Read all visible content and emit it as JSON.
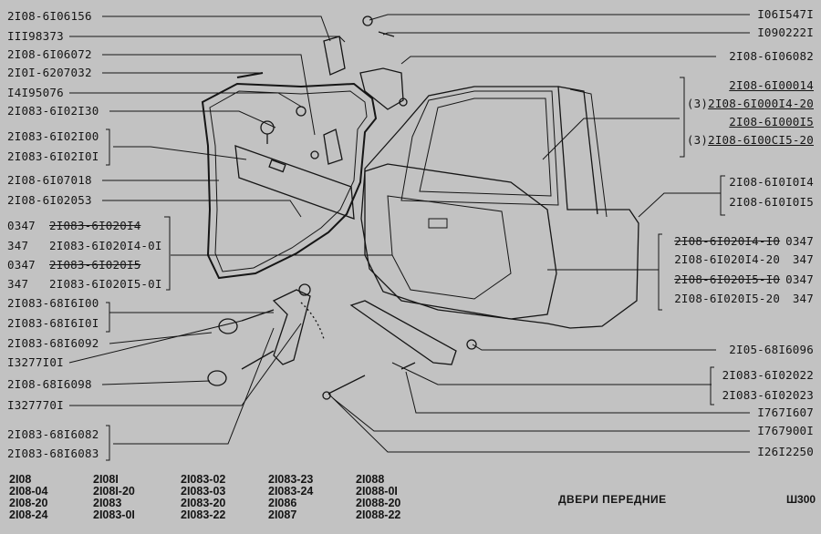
{
  "left_labels": [
    {
      "code": "",
      "part": "2I08-6I06156",
      "struck": false
    },
    {
      "code": "",
      "part": "III98373",
      "struck": false
    },
    {
      "code": "",
      "part": "2I08-6I06072",
      "struck": false
    },
    {
      "code": "",
      "part": "2I0I-6207032",
      "struck": false
    },
    {
      "code": "",
      "part": "I4I95076",
      "struck": false
    },
    {
      "code": "",
      "part": "2I083-6I02I30",
      "struck": false
    },
    {
      "code": "",
      "part": "2I083-6I02I00",
      "struck": false
    },
    {
      "code": "",
      "part": "2I083-6I02I0I",
      "struck": false
    },
    {
      "code": "",
      "part": "2I08-6I07018",
      "struck": false
    },
    {
      "code": "",
      "part": "2I08-6I02053",
      "struck": false
    },
    {
      "code": "0347",
      "part": "2I083-6I020I4",
      "struck": true
    },
    {
      "code": "347",
      "part": "2I083-6I020I4-0I",
      "struck": false
    },
    {
      "code": "0347",
      "part": "2I083-6I020I5",
      "struck": true
    },
    {
      "code": "347",
      "part": "2I083-6I020I5-0I",
      "struck": false
    },
    {
      "code": "",
      "part": "2I083-68I6I00",
      "struck": false
    },
    {
      "code": "",
      "part": "2I083-68I6I0I",
      "struck": false
    },
    {
      "code": "",
      "part": "2I083-68I6092",
      "struck": false
    },
    {
      "code": "",
      "part": "I3277I0I",
      "struck": false
    },
    {
      "code": "",
      "part": "2I08-68I6098",
      "struck": false
    },
    {
      "code": "",
      "part": "I327770I",
      "struck": false
    },
    {
      "code": "",
      "part": "2I083-68I6082",
      "struck": false
    },
    {
      "code": "",
      "part": "2I083-68I6083",
      "struck": false
    }
  ],
  "right_labels": [
    {
      "prefix": "",
      "part": "I06I547I",
      "suffix": "",
      "struck": false,
      "underlined": false
    },
    {
      "prefix": "",
      "part": "I090222I",
      "suffix": "",
      "struck": false,
      "underlined": false
    },
    {
      "prefix": "",
      "part": "2I08-6I06082",
      "suffix": "",
      "struck": false,
      "underlined": false
    },
    {
      "prefix": "",
      "part": "2I08-6I00014",
      "suffix": "",
      "struck": false,
      "underlined": true
    },
    {
      "prefix": "(3)",
      "part": "2I08-6I000I4-20",
      "suffix": "",
      "struck": false,
      "underlined": true
    },
    {
      "prefix": "",
      "part": "2I08-6I000I5",
      "suffix": "",
      "struck": false,
      "underlined": true
    },
    {
      "prefix": "(3)",
      "part": "2I08-6I00CI5-20",
      "suffix": "",
      "struck": false,
      "underlined": true
    },
    {
      "prefix": "",
      "part": "2I08-6I0I0I4",
      "suffix": "",
      "struck": false,
      "underlined": false
    },
    {
      "prefix": "",
      "part": "2I08-6I0I0I5",
      "suffix": "",
      "struck": false,
      "underlined": false
    },
    {
      "prefix": "",
      "part": "2I08-6I020I4-I0",
      "suffix": "0347",
      "struck": true,
      "underlined": false
    },
    {
      "prefix": "",
      "part": "2I08-6I020I4-20",
      "suffix": " 347",
      "struck": false,
      "underlined": false
    },
    {
      "prefix": "",
      "part": "2I08-6I020I5-I0",
      "suffix": "0347",
      "struck": true,
      "underlined": false
    },
    {
      "prefix": "",
      "part": "2I08-6I020I5-20",
      "suffix": " 347",
      "struck": false,
      "underlined": false
    },
    {
      "prefix": "",
      "part": "2I05-68I6096",
      "suffix": "",
      "struck": false,
      "underlined": false
    },
    {
      "prefix": "",
      "part": "2I083-6I02022",
      "suffix": "",
      "struck": false,
      "underlined": false
    },
    {
      "prefix": "",
      "part": "2I083-6I02023",
      "suffix": "",
      "struck": false,
      "underlined": false
    },
    {
      "prefix": "",
      "part": "I767I607",
      "suffix": "",
      "struck": false,
      "underlined": false
    },
    {
      "prefix": "",
      "part": "I767900I",
      "suffix": "",
      "struck": false,
      "underlined": false
    },
    {
      "prefix": "",
      "part": "I26I2250",
      "suffix": "",
      "struck": false,
      "underlined": false
    }
  ],
  "models": [
    [
      "2I08",
      "2I08-04",
      "2I08-20",
      "2I08-24"
    ],
    [
      "2I08I",
      "2I08I-20",
      "2I083",
      "2I083-0I"
    ],
    [
      "2I083-02",
      "2I083-03",
      "2I083-20",
      "2I083-22"
    ],
    [
      "2I083-23",
      "2I083-24",
      "2I086",
      "2I087"
    ],
    [
      "2I088",
      "2I088-0I",
      "2I088-20",
      "2I088-22"
    ]
  ],
  "title": "ДВЕРИ ПЕРЕДНИЕ",
  "page_code": "Ш300"
}
